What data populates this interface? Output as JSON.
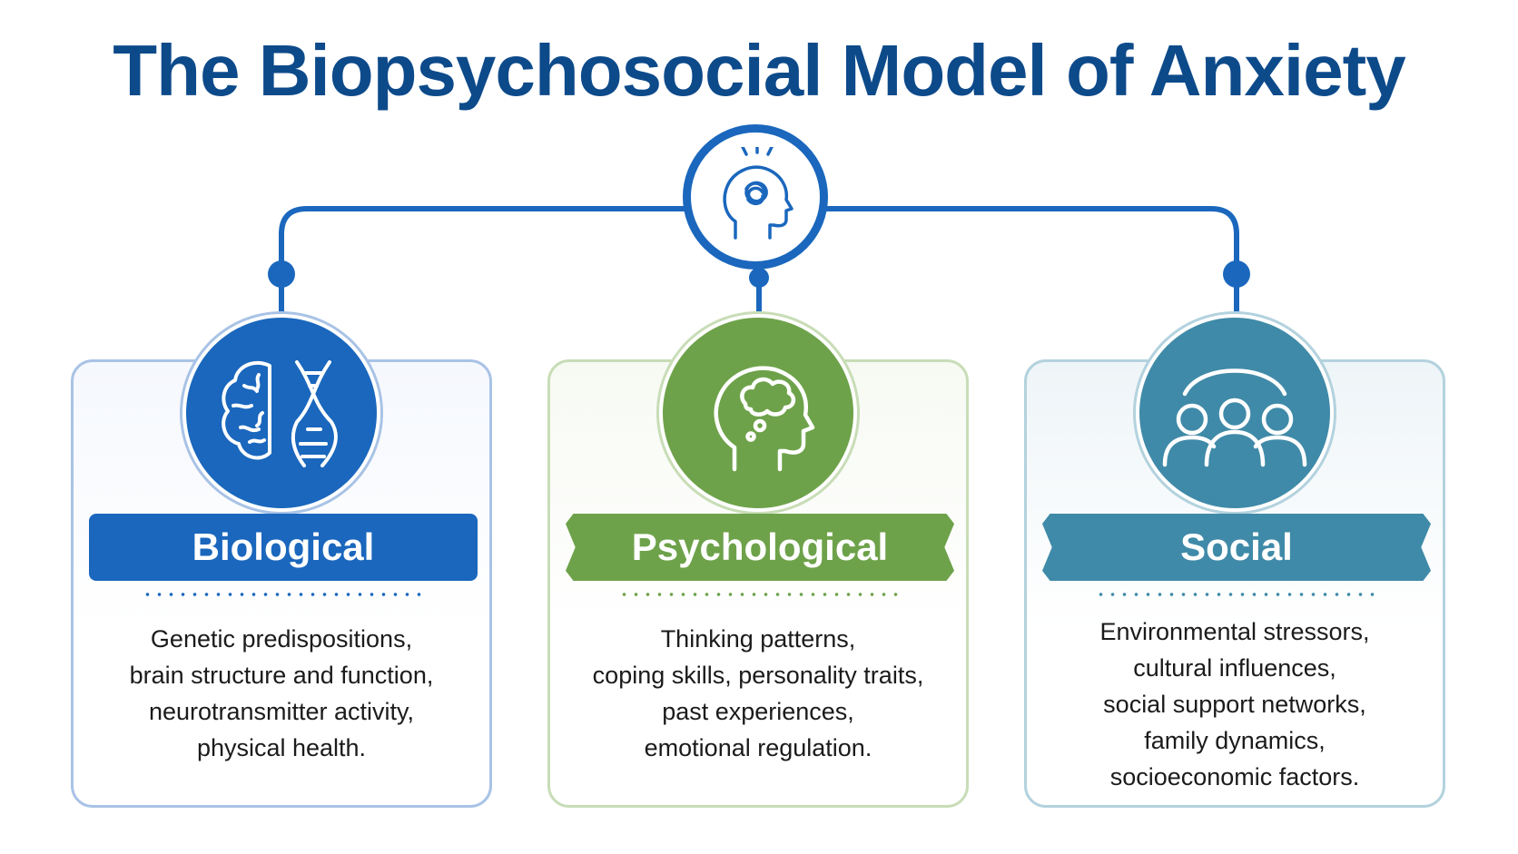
{
  "title": "The Biopsychosocial Model of Anxiety",
  "colors": {
    "title": "#0d4a8a",
    "biological": "#1a67bd",
    "psychological": "#6ea24a",
    "social": "#3f8aa8",
    "connector": "#1a67bd"
  },
  "hub": {
    "icon": "head-with-tangled-thoughts-icon"
  },
  "factors": [
    {
      "label": "Biological",
      "icon": "brain-and-dna-icon",
      "lines": [
        "Genetic predispositions,",
        "brain structure and function,",
        "neurotransmitter activity,",
        "physical health."
      ]
    },
    {
      "label": "Psychological",
      "icon": "head-with-thought-cloud-icon",
      "lines": [
        "Thinking patterns,",
        "coping skills, personality traits,",
        "past experiences,",
        "emotional regulation."
      ]
    },
    {
      "label": "Social",
      "icon": "group-of-people-icon",
      "lines": [
        "Environmental stressors,",
        "cultural influences,",
        "social support networks,",
        "family dynamics,",
        "socioeconomic factors."
      ]
    }
  ]
}
